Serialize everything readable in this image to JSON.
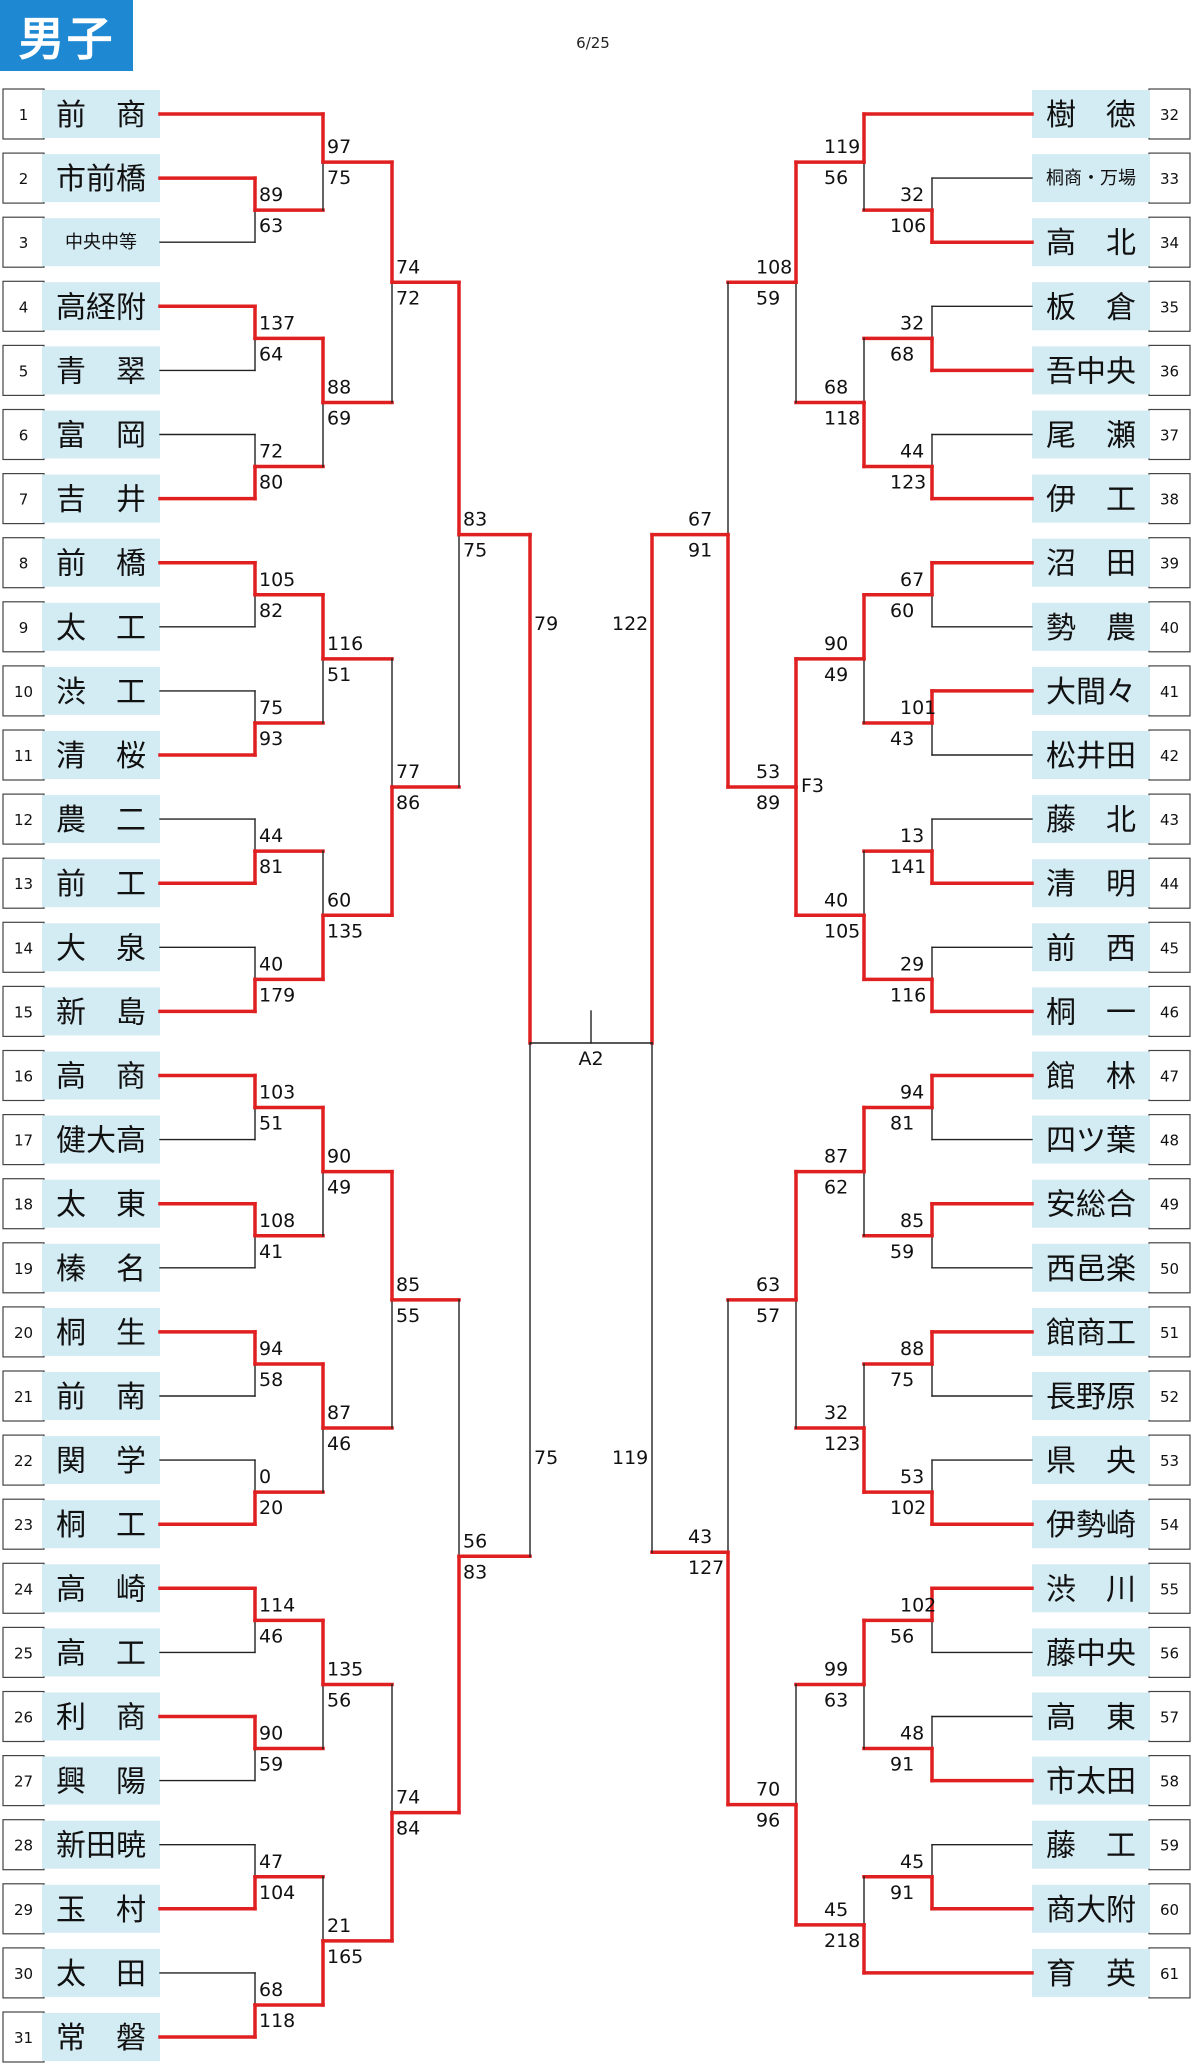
{
  "header": {
    "title": "男子",
    "date": "6/25"
  },
  "colors": {
    "win_line": "#e02020",
    "line": "#222222",
    "team_bg": "#d3ebf3",
    "header_bg": "#1e88d3"
  },
  "teams": [
    {
      "seed": "1",
      "name": "前　商"
    },
    {
      "seed": "2",
      "name": "市前橋"
    },
    {
      "seed": "3",
      "name": "中央中等"
    },
    {
      "seed": "4",
      "name": "高経附"
    },
    {
      "seed": "5",
      "name": "青　翠"
    },
    {
      "seed": "6",
      "name": "富　岡"
    },
    {
      "seed": "7",
      "name": "吉　井"
    },
    {
      "seed": "8",
      "name": "前　橋"
    },
    {
      "seed": "9",
      "name": "太　工"
    },
    {
      "seed": "10",
      "name": "渋　工"
    },
    {
      "seed": "11",
      "name": "清　桜"
    },
    {
      "seed": "12",
      "name": "農　二"
    },
    {
      "seed": "13",
      "name": "前　工"
    },
    {
      "seed": "14",
      "name": "大　泉"
    },
    {
      "seed": "15",
      "name": "新　島"
    },
    {
      "seed": "16",
      "name": "高　商"
    },
    {
      "seed": "17",
      "name": "健大高"
    },
    {
      "seed": "18",
      "name": "太　東"
    },
    {
      "seed": "19",
      "name": "榛　名"
    },
    {
      "seed": "20",
      "name": "桐　生"
    },
    {
      "seed": "21",
      "name": "前　南"
    },
    {
      "seed": "22",
      "name": "関　学"
    },
    {
      "seed": "23",
      "name": "桐　工"
    },
    {
      "seed": "24",
      "name": "高　崎"
    },
    {
      "seed": "25",
      "name": "高　工"
    },
    {
      "seed": "26",
      "name": "利　商"
    },
    {
      "seed": "27",
      "name": "興　陽"
    },
    {
      "seed": "28",
      "name": "新田暁"
    },
    {
      "seed": "29",
      "name": "玉　村"
    },
    {
      "seed": "30",
      "name": "太　田"
    },
    {
      "seed": "31",
      "name": "常　磐"
    },
    {
      "seed": "32",
      "name": "樹　徳"
    },
    {
      "seed": "33",
      "name": "桐商・万場"
    },
    {
      "seed": "34",
      "name": "高　北"
    },
    {
      "seed": "35",
      "name": "板　倉"
    },
    {
      "seed": "36",
      "name": "吾中央"
    },
    {
      "seed": "37",
      "name": "尾　瀬"
    },
    {
      "seed": "38",
      "name": "伊　工"
    },
    {
      "seed": "39",
      "name": "沼　田"
    },
    {
      "seed": "40",
      "name": "勢　農"
    },
    {
      "seed": "41",
      "name": "大間々"
    },
    {
      "seed": "42",
      "name": "松井田"
    },
    {
      "seed": "43",
      "name": "藤　北"
    },
    {
      "seed": "44",
      "name": "清　明"
    },
    {
      "seed": "45",
      "name": "前　西"
    },
    {
      "seed": "46",
      "name": "桐　一"
    },
    {
      "seed": "47",
      "name": "館　林"
    },
    {
      "seed": "48",
      "name": "四ツ葉"
    },
    {
      "seed": "49",
      "name": "安総合"
    },
    {
      "seed": "50",
      "name": "西邑楽"
    },
    {
      "seed": "51",
      "name": "館商工"
    },
    {
      "seed": "52",
      "name": "長野原"
    },
    {
      "seed": "53",
      "name": "県　央"
    },
    {
      "seed": "54",
      "name": "伊勢崎"
    },
    {
      "seed": "55",
      "name": "渋　川"
    },
    {
      "seed": "56",
      "name": "藤中央"
    },
    {
      "seed": "57",
      "name": "高　東"
    },
    {
      "seed": "58",
      "name": "市太田"
    },
    {
      "seed": "59",
      "name": "藤　工"
    },
    {
      "seed": "60",
      "name": "商大附"
    },
    {
      "seed": "61",
      "name": "育　英"
    }
  ],
  "matches": [
    {
      "id": "L1_2_3",
      "s1": "89",
      "s2": "63"
    },
    {
      "id": "L1_4_5",
      "s1": "137",
      "s2": "64"
    },
    {
      "id": "L1_6_7",
      "s1": "72",
      "s2": "80"
    },
    {
      "id": "L1_8_9",
      "s1": "105",
      "s2": "82"
    },
    {
      "id": "L1_10_11",
      "s1": "75",
      "s2": "93"
    },
    {
      "id": "L1_12_13",
      "s1": "44",
      "s2": "81"
    },
    {
      "id": "L1_14_15",
      "s1": "40",
      "s2": "179"
    },
    {
      "id": "L1_16_17",
      "s1": "103",
      "s2": "51"
    },
    {
      "id": "L1_18_19",
      "s1": "108",
      "s2": "41"
    },
    {
      "id": "L1_20_21",
      "s1": "94",
      "s2": "58"
    },
    {
      "id": "L1_22_23",
      "s1": "0",
      "s2": "20"
    },
    {
      "id": "L1_24_25",
      "s1": "114",
      "s2": "46"
    },
    {
      "id": "L1_26_27",
      "s1": "90",
      "s2": "59"
    },
    {
      "id": "L1_28_29",
      "s1": "47",
      "s2": "104"
    },
    {
      "id": "L1_30_31",
      "s1": "68",
      "s2": "118"
    },
    {
      "id": "L2_1_23",
      "s1": "97",
      "s2": "75"
    },
    {
      "id": "L2_45_67",
      "s1": "88",
      "s2": "69"
    },
    {
      "id": "L2_89_1011",
      "s1": "116",
      "s2": "51"
    },
    {
      "id": "L2_1213_1415",
      "s1": "60",
      "s2": "135"
    },
    {
      "id": "L2_1617_1819",
      "s1": "90",
      "s2": "49"
    },
    {
      "id": "L2_2021_2223",
      "s1": "87",
      "s2": "46"
    },
    {
      "id": "L2_2425_2627",
      "s1": "135",
      "s2": "56"
    },
    {
      "id": "L2_2829_3031",
      "s1": "21",
      "s2": "165"
    },
    {
      "id": "L3_a",
      "s1": "74",
      "s2": "72"
    },
    {
      "id": "L3_b",
      "s1": "77",
      "s2": "86"
    },
    {
      "id": "L3_c",
      "s1": "85",
      "s2": "55"
    },
    {
      "id": "L3_d",
      "s1": "74",
      "s2": "84"
    },
    {
      "id": "L4_top",
      "s1": "83",
      "s2": "75"
    },
    {
      "id": "L4_bot",
      "s1": "56",
      "s2": "83"
    },
    {
      "id": "R1_33_34",
      "s1": "32",
      "s2": "106"
    },
    {
      "id": "R1_35_36",
      "s1": "32",
      "s2": "68"
    },
    {
      "id": "R1_37_38",
      "s1": "44",
      "s2": "123"
    },
    {
      "id": "R1_39_40",
      "s1": "67",
      "s2": "60"
    },
    {
      "id": "R1_41_42",
      "s1": "101",
      "s2": "43"
    },
    {
      "id": "R1_43_44",
      "s1": "13",
      "s2": "141"
    },
    {
      "id": "R1_45_46",
      "s1": "29",
      "s2": "116"
    },
    {
      "id": "R1_47_48",
      "s1": "94",
      "s2": "81"
    },
    {
      "id": "R1_49_50",
      "s1": "85",
      "s2": "59"
    },
    {
      "id": "R1_51_52",
      "s1": "88",
      "s2": "75"
    },
    {
      "id": "R1_53_54",
      "s1": "53",
      "s2": "102"
    },
    {
      "id": "R1_55_56",
      "s1": "102",
      "s2": "56"
    },
    {
      "id": "R1_57_58",
      "s1": "48",
      "s2": "91"
    },
    {
      "id": "R1_59_60",
      "s1": "45",
      "s2": "91"
    },
    {
      "id": "R2_32_3334",
      "s1": "119",
      "s2": "56"
    },
    {
      "id": "R2_3536_3738",
      "s1": "68",
      "s2": "118"
    },
    {
      "id": "R2_3940_4142",
      "s1": "90",
      "s2": "49"
    },
    {
      "id": "R2_4344_4546",
      "s1": "40",
      "s2": "105"
    },
    {
      "id": "R2_4748_4950",
      "s1": "87",
      "s2": "62"
    },
    {
      "id": "R2_5152_5354",
      "s1": "32",
      "s2": "123"
    },
    {
      "id": "R2_5556_5758",
      "s1": "99",
      "s2": "63"
    },
    {
      "id": "R2_5960_61",
      "s1": "45",
      "s2": "218"
    },
    {
      "id": "R3_a",
      "s1": "108",
      "s2": "59"
    },
    {
      "id": "R3_b",
      "s1": "53",
      "s2": "89"
    },
    {
      "id": "R3_c",
      "s1": "63",
      "s2": "57"
    },
    {
      "id": "R3_d",
      "s1": "70",
      "s2": "96"
    },
    {
      "id": "R4_top",
      "s1": "67",
      "s2": "91"
    },
    {
      "id": "R4_bot",
      "s1": "43",
      "s2": "127"
    },
    {
      "id": "SF_left",
      "s1": "79",
      "s2": "75"
    },
    {
      "id": "SF_right",
      "s1": "122",
      "s2": "119"
    }
  ],
  "court_labels": {
    "final": "A2",
    "semi_right": "F3"
  }
}
